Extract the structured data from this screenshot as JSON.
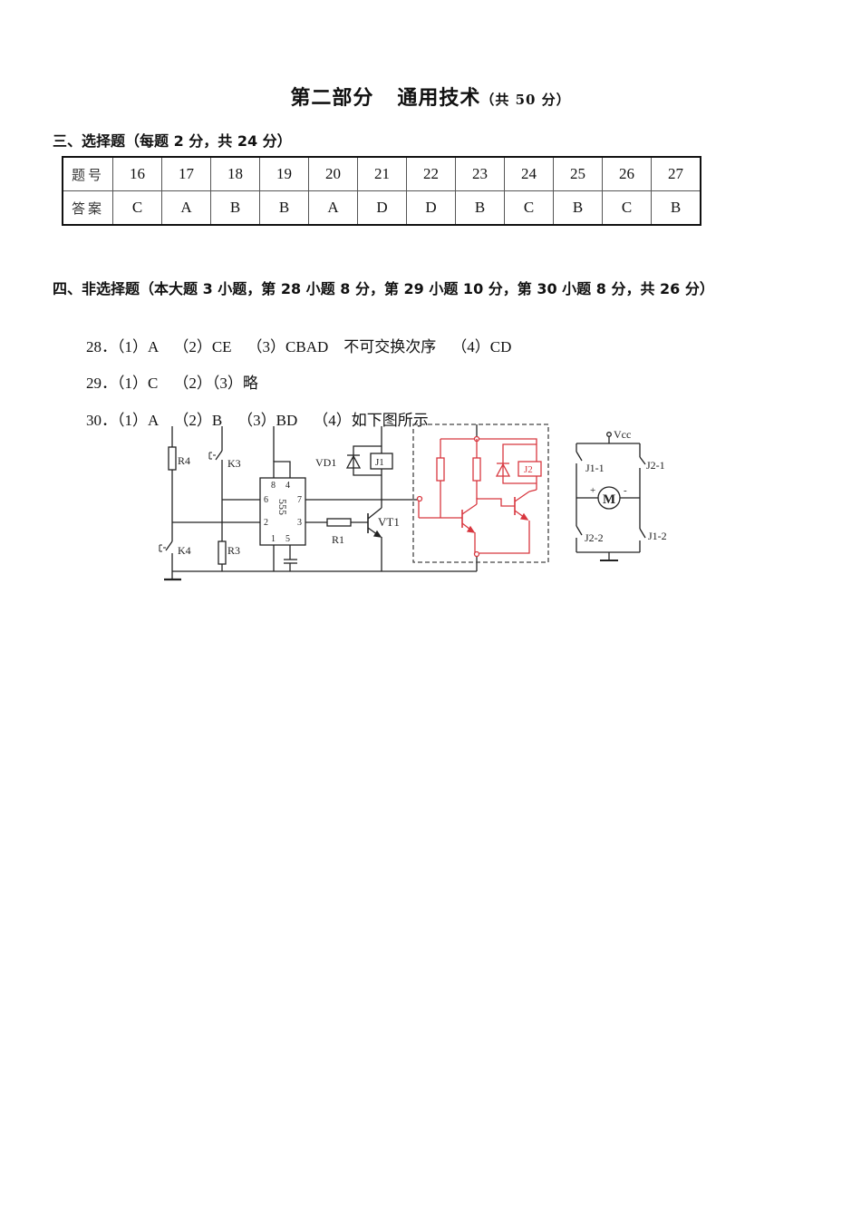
{
  "title": {
    "main_part": "第二部分",
    "main_subject": "通用技术",
    "score_note": "（共 50 分）"
  },
  "section3": {
    "heading": "三、选择题（每题  2 分，共  24 分）",
    "table": {
      "row_labels": [
        "题号",
        "答案"
      ],
      "numbers": [
        "16",
        "17",
        "18",
        "19",
        "20",
        "21",
        "22",
        "23",
        "24",
        "25",
        "26",
        "27"
      ],
      "answers": [
        "C",
        "A",
        "B",
        "B",
        "A",
        "D",
        "D",
        "B",
        "C",
        "B",
        "C",
        "B"
      ]
    }
  },
  "section4": {
    "heading": "四、非选择题（本大题 3 小题，第 28 小题 8 分，第 29 小题 10 分，第 30 小题 8 分，共 26 分）",
    "answers": [
      {
        "number": "28．",
        "text": "（1）A    （2）CE    （3）CBAD    不可交换次序    （4）CD"
      },
      {
        "number": "29．",
        "text": "（1）C    （2）（3）略"
      },
      {
        "number": "30．",
        "text": "（1）A    （2）B    （3）BD    （4）如下图所示"
      }
    ]
  },
  "circuit": {
    "labels": {
      "r4": "R4",
      "k3": "K3",
      "k4": "K4",
      "r3": "R3",
      "ic": "555",
      "pin8": "8",
      "pin4": "4",
      "pin6": "6",
      "pin7": "7",
      "pin2": "2",
      "pin3": "3",
      "pin1": "1",
      "pin5": "5",
      "vd1": "VD1",
      "j1": "J1",
      "r1": "R1",
      "vt1": "VT1",
      "j2": "J2",
      "vcc": "Vcc",
      "j1_1": "J1-1",
      "j2_1": "J2-1",
      "j2_2": "J2-2",
      "j1_2": "J1-2",
      "motor": "M",
      "plus": "+",
      "minus": "-"
    },
    "colors": {
      "wire": "#222222",
      "answer": "#d8373f",
      "dashed_box": "#444444"
    }
  }
}
